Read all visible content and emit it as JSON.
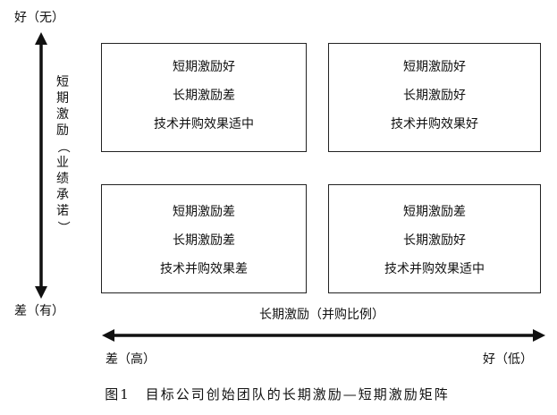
{
  "y_axis": {
    "top_label": "好（无）",
    "bottom_label": "差（有）",
    "title_chars": [
      "短",
      "期",
      "激",
      "励",
      "（",
      "业",
      "绩",
      "承",
      "诺",
      "）"
    ]
  },
  "x_axis": {
    "title": "长期激励（并购比例）",
    "left_label": "差（高）",
    "right_label": "好（低）"
  },
  "quadrants": {
    "top_left": [
      "短期激励好",
      "长期激励差",
      "技术并购效果适中"
    ],
    "top_right": [
      "短期激励好",
      "长期激励好",
      "技术并购效果好"
    ],
    "bottom_left": [
      "短期激励差",
      "长期激励差",
      "技术并购效果差"
    ],
    "bottom_right": [
      "短期激励差",
      "长期激励好",
      "技术并购效果适中"
    ]
  },
  "caption": "图1　目标公司创始团队的长期激励—短期激励矩阵"
}
